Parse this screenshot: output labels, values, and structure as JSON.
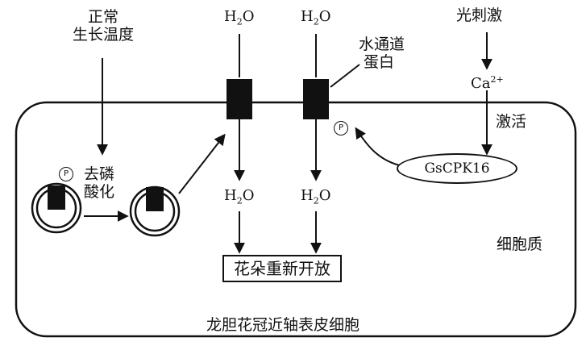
{
  "labels": {
    "normal_temp_line1": "正常",
    "normal_temp_line2": "生长温度",
    "light_stimulus": "光刺激",
    "calcium": "Ca",
    "calcium_charge": "2+",
    "activate": "激活",
    "aquaporin_line1": "水通道",
    "aquaporin_line2": "蛋白",
    "dephos_line1": "去磷",
    "dephos_line2": "酸化",
    "water_h": "H",
    "water_sub": "2",
    "water_o": "O",
    "kinase": "GsCPK16",
    "cytoplasm": "细胞质",
    "flower_reopen": "花朵重新开放",
    "cell_name": "龙胆花冠近轴表皮细胞",
    "phosphate": "P"
  },
  "colors": {
    "stroke": "#111111",
    "fill": "#111111",
    "background": "#ffffff"
  }
}
